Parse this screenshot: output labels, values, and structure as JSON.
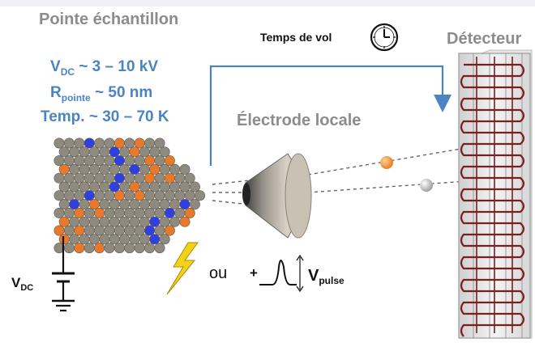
{
  "labels": {
    "sample_tip_title": "Pointe échantillon",
    "detector_title": "Détecteur",
    "local_electrode_title": "Électrode locale",
    "time_of_flight": "Temps de vol",
    "or_text": "ou",
    "plus_text": "+"
  },
  "parameters": {
    "vdc": {
      "symbol": "V",
      "subscript": "DC",
      "value": "~ 3 – 10 kV"
    },
    "tip_radius": {
      "symbol": "R",
      "subscript": "pointe",
      "value": "~ 50 nm"
    },
    "temperature": {
      "symbol": "Temp.",
      "value": "~ 30 – 70 K"
    }
  },
  "power": {
    "vdc": {
      "symbol": "V",
      "subscript": "DC"
    },
    "vpulse": {
      "symbol": "V",
      "subscript": "pulse"
    }
  },
  "colors": {
    "blue_text": "#4a84c4",
    "grey_text": "#8c8c8c",
    "atom_grey": "#8e8a7e",
    "atom_orange": "#e8782a",
    "atom_blue": "#2f3fe0",
    "ion_orange": "#f39a2a",
    "ion_grey": "#bdbdbd",
    "detector_wire": "#7a1f1f",
    "flight_arrow": "#4a84c4",
    "lightning": "#f2d21a"
  },
  "icons": [
    "clock-icon",
    "lightning-icon",
    "ground-icon",
    "battery-icon",
    "pulse-icon"
  ]
}
